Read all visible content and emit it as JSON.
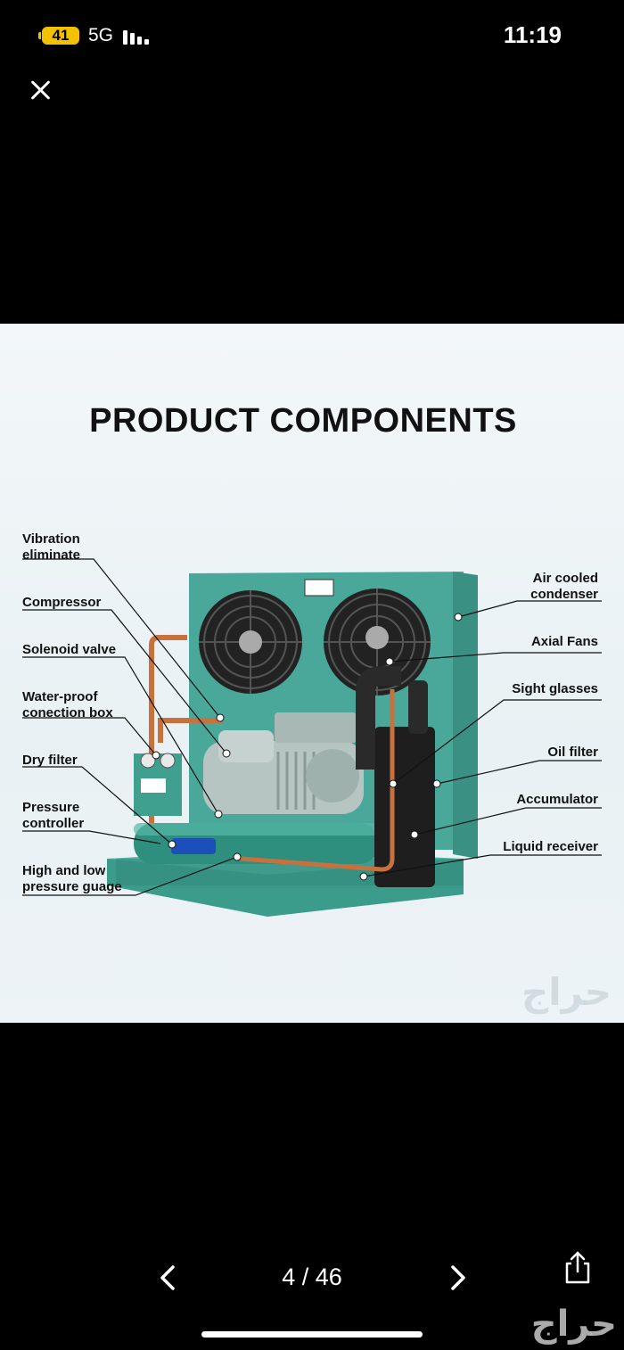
{
  "status_bar": {
    "battery": "41",
    "network": "5G",
    "time": "11:19"
  },
  "viewer": {
    "counter": "4 / 46",
    "watermark": "حراج"
  },
  "photo": {
    "title": "PRODUCT COMPONENTS",
    "left_labels": [
      "Vibration\neliminate",
      "Compressor",
      "Solenoid valve",
      "Water-proof\nconection box",
      "Dry filter",
      "Pressure\ncontroller",
      "High and low\npressure guage"
    ],
    "right_labels": [
      "Air cooled\ncondenser",
      "Axial Fans",
      "Sight glasses",
      "Oil filter",
      "Accumulator",
      "Liquid receiver"
    ],
    "colors": {
      "unit_teal": "#4aa89a",
      "panel_teal": "#3f9f92",
      "copper": "#c8713d"
    }
  }
}
